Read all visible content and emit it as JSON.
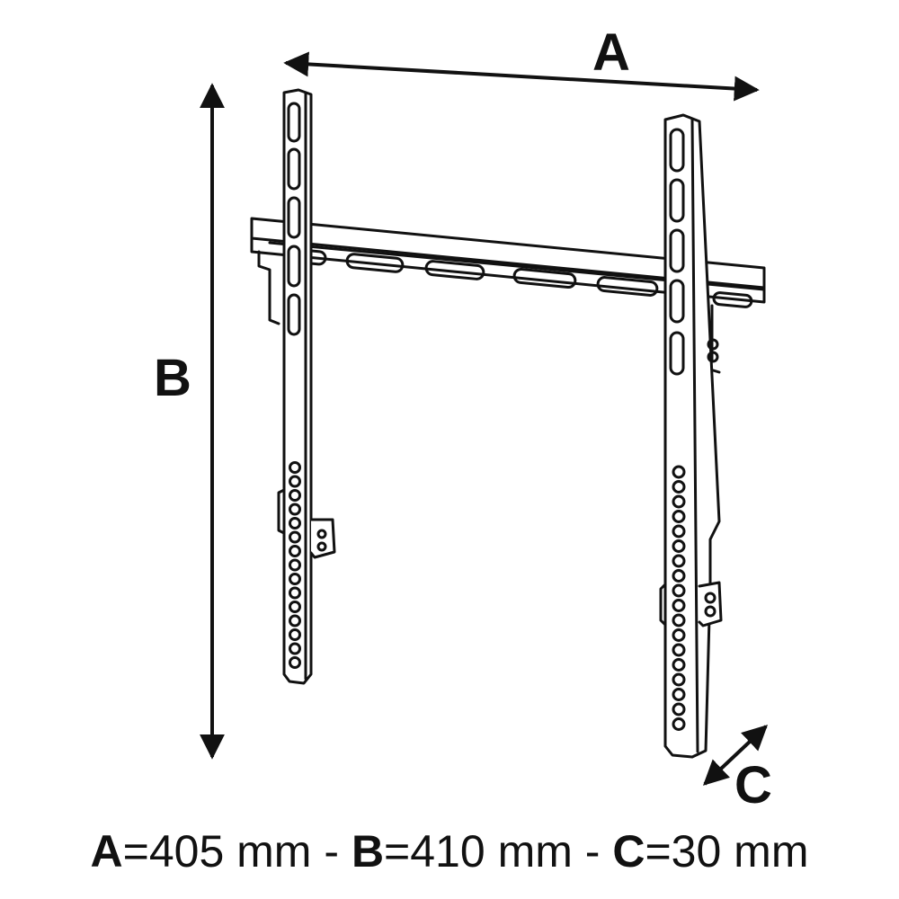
{
  "colors": {
    "ink": "#111111",
    "background": "#ffffff"
  },
  "labels": {
    "a": "A",
    "b": "B",
    "c": "C"
  },
  "caption": {
    "items": [
      {
        "key": "A",
        "eq": "=",
        "value": "405 mm"
      },
      {
        "key": "B",
        "eq": "=",
        "value": "410 mm"
      },
      {
        "key": "C",
        "eq": "=",
        "value": "30 mm"
      }
    ],
    "separator": "-"
  }
}
